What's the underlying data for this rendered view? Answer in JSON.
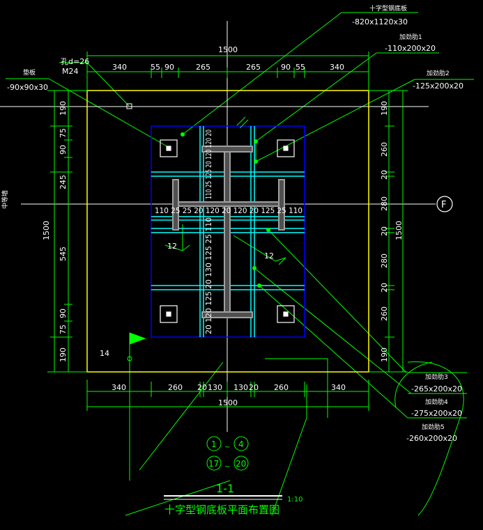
{
  "colors": {
    "background": "#000000",
    "dimension": "#00ff00",
    "plate_outline": "#ffff00",
    "rib_plate": "#0000ff",
    "stiffener": "#00ffff",
    "steel_section": "#808080",
    "text": "#ffffff",
    "axis": "#ffffff"
  },
  "callouts": {
    "base_plate": {
      "name": "十字型钢底板",
      "spec": "-820x1120x30"
    },
    "stiffener_1": {
      "name": "加劲肋1",
      "spec": "-110x200x20"
    },
    "stiffener_2": {
      "name": "加劲肋2",
      "spec": "-125x200x20"
    },
    "stiffener_3": {
      "name": "加劲肋3",
      "spec": "-265x200x20"
    },
    "stiffener_4": {
      "name": "加劲肋4",
      "spec": "-275x200x20"
    },
    "stiffener_5": {
      "name": "加劲肋5",
      "spec": "-260x200x20"
    },
    "washer": {
      "name": "垫板",
      "spec": "-90x90x30"
    },
    "hole": {
      "spec": "孔d=26",
      "bolt": "M24"
    }
  },
  "axis": {
    "label": "F",
    "side_text": "中等墙"
  },
  "top_dims": {
    "total": "1500",
    "segments": [
      "340",
      "55",
      "90",
      "265",
      "265",
      "90",
      "55",
      "340"
    ]
  },
  "bottom_dims": {
    "total": "1500",
    "segments": [
      "340",
      "260",
      "20",
      "130",
      "130",
      "20",
      "260",
      "340"
    ]
  },
  "left_dims": {
    "total": "1500",
    "outer": [
      "190",
      "245",
      "545",
      "190"
    ],
    "inner": [
      "75",
      "90",
      "90",
      "75"
    ]
  },
  "right_dims": {
    "total": "1500",
    "segments": [
      "190",
      "260",
      "20",
      "280",
      "20",
      "280",
      "20",
      "260",
      "190"
    ]
  },
  "internal_dims": {
    "horizontal": "110 25 25 20 120 20 120 20 125 25 110",
    "vertical_upper": "110 25 125 20 120 120 20",
    "vertical_lower": "20 120 125 20 130 125 25 110"
  },
  "weld_marks": {
    "left": "12",
    "right": "12",
    "corner": "14"
  },
  "section_refs": [
    "1",
    "4",
    "17",
    "20"
  ],
  "section_sep": "~",
  "title": {
    "mark": "1-1",
    "name": "十字型钢底板平面布置图",
    "scale": "1:10"
  }
}
